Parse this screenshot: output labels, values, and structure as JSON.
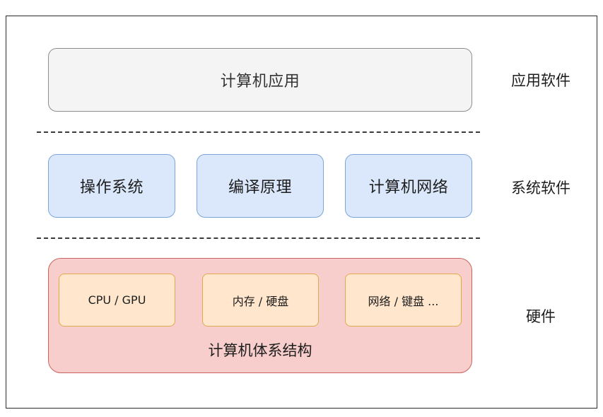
{
  "layers": {
    "application": {
      "box_label": "计算机应用",
      "side_label": "应用软件"
    },
    "system": {
      "boxes": [
        "操作系统",
        "编译原理",
        "计算机网络"
      ],
      "side_label": "系统软件"
    },
    "hardware": {
      "boxes": [
        "CPU / GPU",
        "内存 / 硬盘",
        "网络 / 键盘 ..."
      ],
      "title": "计算机体系结构",
      "side_label": "硬件"
    }
  },
  "colors": {
    "application_fill": "#f4f4f4",
    "system_fill": "#dbe8fb",
    "hardware_outer_fill": "#f8cecc",
    "hardware_inner_fill": "#ffe6cc"
  }
}
